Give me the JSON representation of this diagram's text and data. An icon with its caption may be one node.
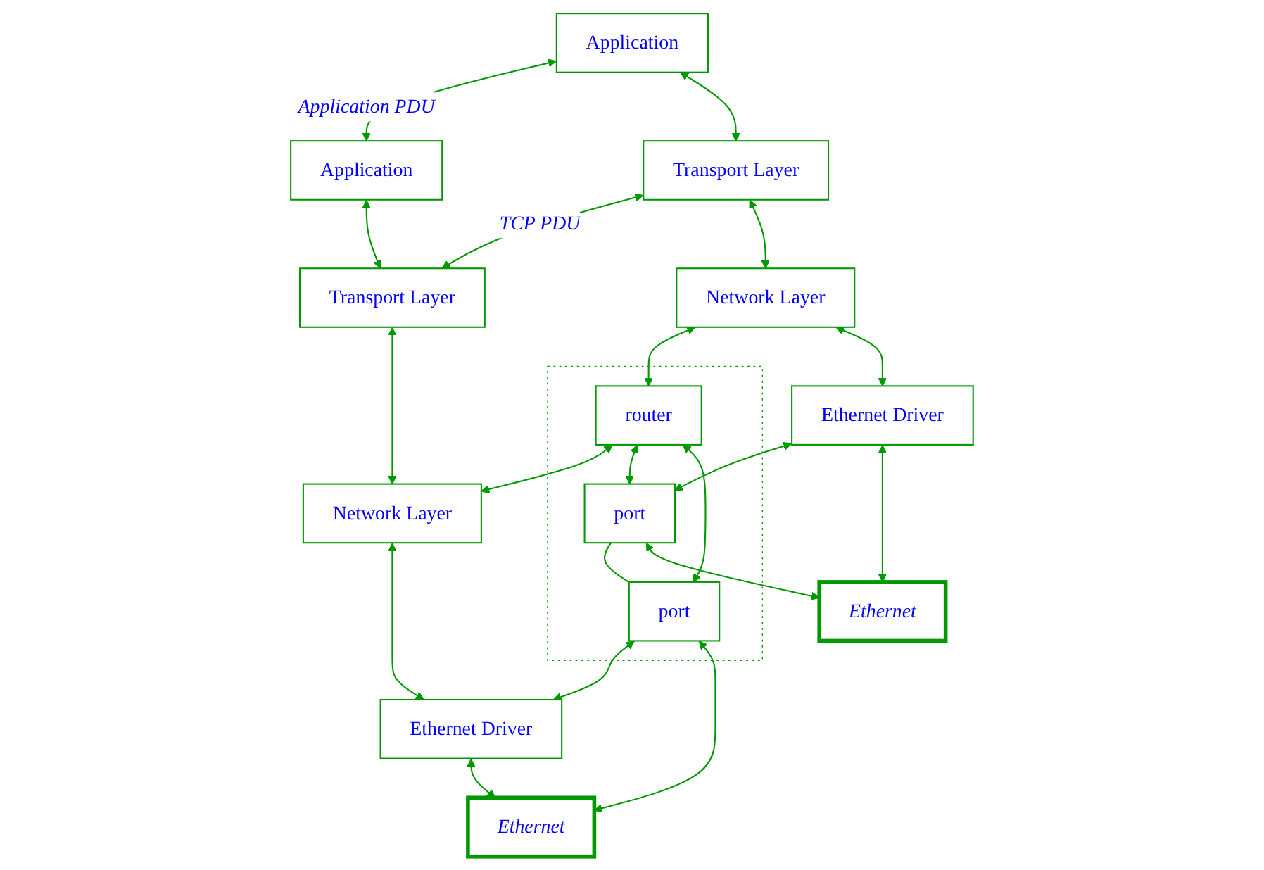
{
  "diagram": {
    "nodes": [
      {
        "text": [
          "Application"
        ]
      },
      {
        "text": [
          "Application"
        ]
      },
      {
        "text": [
          "Transport Layer"
        ]
      },
      {
        "text": [
          "Transport Layer"
        ]
      },
      {
        "text": [
          "Network Layer"
        ]
      },
      {
        "text": [],
        "shape": "box"
      },
      {
        "text": [
          "router"
        ],
        "in": 5
      },
      {
        "text": [
          "Network Layer"
        ]
      },
      {
        "text": [
          "Ethernet Driver"
        ]
      },
      {
        "text": [
          "port"
        ],
        "in": 5
      },
      {
        "text": [
          "port"
        ],
        "in": 5
      },
      {
        "text": [
          "Ethernet Driver"
        ]
      },
      {
        "text": [
          "Ethernet"
        ]
      },
      {
        "text": [
          "Ethernet"
        ]
      }
    ],
    "edges": [
      {
        "from": 0,
        "to": 1,
        "arrow": "both",
        "label": "Application PDU"
      },
      {
        "from": 0,
        "to": 2,
        "arrow": "both"
      },
      {
        "from": 1,
        "to": 3,
        "arrow": "both"
      },
      {
        "from": 2,
        "to": 3,
        "arrow": "both",
        "label": "TCP PDU"
      },
      {
        "from": 2,
        "to": 4,
        "arrow": "both"
      },
      {
        "from": 3,
        "to": 7,
        "arrow": "both"
      },
      {
        "from": 4,
        "to": 6,
        "arrow": "both"
      },
      {
        "from": 6,
        "to": 7,
        "arrow": "both"
      },
      {
        "from": 4,
        "to": 8,
        "arrow": "both"
      },
      {
        "from": 7,
        "to": 11,
        "arrow": "both"
      },
      {
        "from": 6,
        "to": 9,
        "arrow": "both"
      },
      {
        "from": 6,
        "to": 10,
        "arrow": "both"
      },
      {
        "from": 8,
        "to": 9,
        "arrow": "both"
      },
      {
        "from": 9,
        "to": 10,
        "arrow": "none"
      },
      {
        "from": 10,
        "to": 11,
        "arrow": "both"
      },
      {
        "from": 8,
        "to": 12,
        "arrow": "both"
      },
      {
        "from": 9,
        "to": 12,
        "arrow": "both"
      },
      {
        "from": 10,
        "to": 13,
        "arrow": "both"
      },
      {
        "from": 11,
        "to": 13,
        "arrow": "both"
      }
    ]
  }
}
